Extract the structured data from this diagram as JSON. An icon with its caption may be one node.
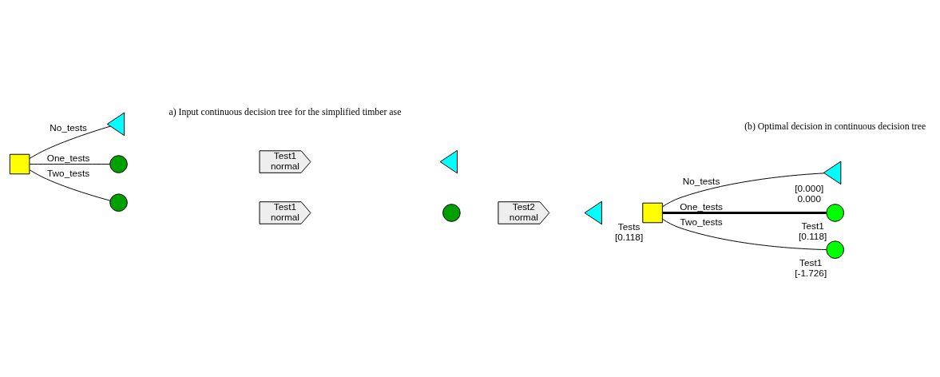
{
  "diagram": {
    "nodes": [
      {
        "text": [],
        "shape": "box"
      },
      {
        "text": [],
        "shape": "triangle"
      },
      {
        "text": [],
        "shape": "circle"
      },
      {
        "text": [
          "Test1",
          "normal"
        ]
      },
      {
        "text": [],
        "shape": "triangle"
      },
      {
        "text": [],
        "shape": "circle"
      },
      {
        "text": [
          "Test1",
          "normal"
        ]
      },
      {
        "text": [],
        "shape": "circle"
      },
      {
        "text": [
          "Test2",
          "normal"
        ]
      },
      {
        "text": [],
        "shape": "triangle"
      },
      {
        "text": [],
        "shape": "box",
        "beside": [
          "Tests",
          "[0.118]"
        ]
      },
      {
        "text": [],
        "shape": "triangle",
        "beside": [
          "[0.000]",
          "0.000"
        ]
      },
      {
        "text": [],
        "shape": "circle",
        "beside": [
          "Test1",
          "[0.118]"
        ]
      },
      {
        "text": [],
        "shape": "circle",
        "beside": [
          "Test1",
          "[-1.726]"
        ]
      }
    ],
    "edges": [
      {
        "from": 0,
        "to": 1,
        "arrow": "none",
        "label": "No_tests"
      },
      {
        "from": 0,
        "to": 2,
        "arrow": "none",
        "label": "One_tests"
      },
      {
        "from": 0,
        "to": 5,
        "arrow": "none",
        "label": "Two_tests"
      },
      {
        "from": 10,
        "to": 11,
        "arrow": "none",
        "label": "No_tests"
      },
      {
        "from": 10,
        "to": 12,
        "arrow": "none",
        "label": "One_tests",
        "style": "thick"
      },
      {
        "from": 10,
        "to": 13,
        "arrow": "none",
        "label": "Two_tests"
      }
    ],
    "labels": [
      "a) Input continuous decision tree for the simplified timber ase",
      "(b) Optimal decision in continuous decision tree"
    ]
  }
}
